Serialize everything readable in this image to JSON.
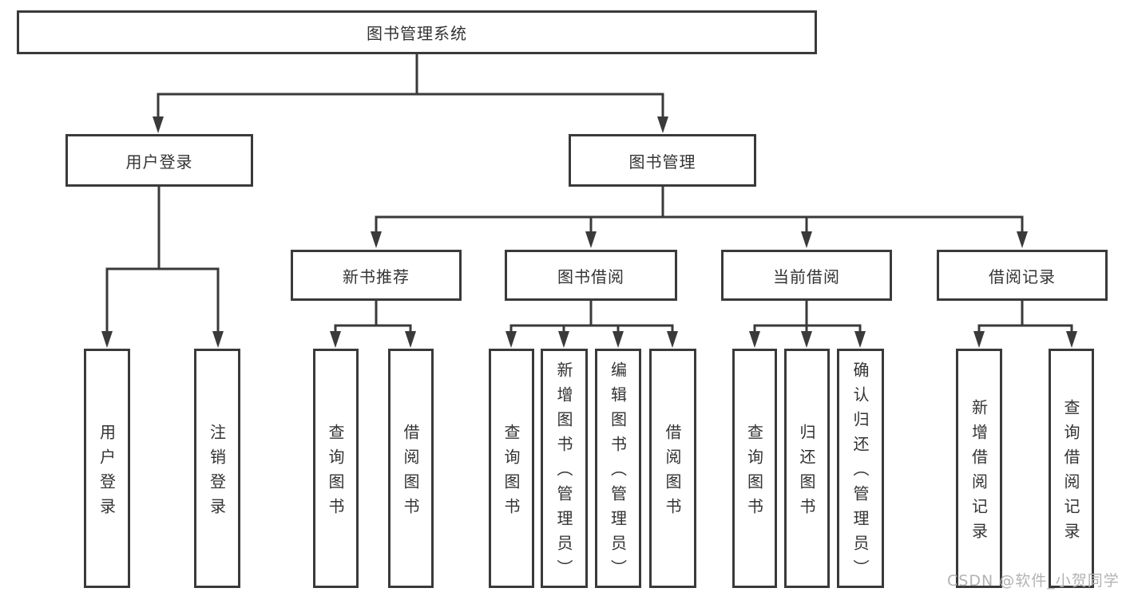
{
  "diagram": {
    "root": {
      "label": "图书管理系统"
    },
    "level2": [
      {
        "id": "user-login",
        "label": "用户登录"
      },
      {
        "id": "book-management",
        "label": "图书管理"
      }
    ],
    "level3": [
      {
        "id": "new-book-recommend",
        "label": "新书推荐"
      },
      {
        "id": "book-borrowing",
        "label": "图书借阅"
      },
      {
        "id": "current-borrowing",
        "label": "当前借阅"
      },
      {
        "id": "borrowing-records",
        "label": "借阅记录"
      }
    ],
    "leaves": [
      {
        "id": "leaf-user-login",
        "label": "用户登录"
      },
      {
        "id": "leaf-logout",
        "label": "注销登录"
      },
      {
        "id": "leaf-query-books-recommend",
        "label": "查询图书"
      },
      {
        "id": "leaf-borrow-books-recommend",
        "label": "借阅图书"
      },
      {
        "id": "leaf-query-books-borrowing",
        "label": "查询图书"
      },
      {
        "id": "leaf-add-books-admin",
        "label": "新增图书（管理员）"
      },
      {
        "id": "leaf-edit-books-admin",
        "label": "编辑图书（管理员）"
      },
      {
        "id": "leaf-borrow-books-borrowing",
        "label": "借阅图书"
      },
      {
        "id": "leaf-query-books-current",
        "label": "查询图书"
      },
      {
        "id": "leaf-return-books",
        "label": "归还图书"
      },
      {
        "id": "leaf-confirm-return-admin",
        "label": "确认归还（管理员）"
      },
      {
        "id": "leaf-add-borrow-record",
        "label": "新增借阅记录"
      },
      {
        "id": "leaf-query-borrow-record",
        "label": "查询借阅记录"
      }
    ],
    "watermark": "CSDN @软件_小贺同学",
    "colors": {
      "line": "#3a3a3a",
      "text": "#333333",
      "watermark": "#b3b3b3",
      "box_background": "#ffffff"
    }
  }
}
